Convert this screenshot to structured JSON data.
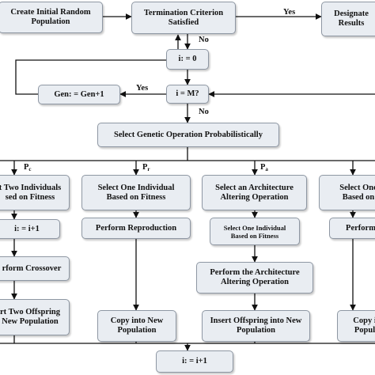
{
  "boxes": {
    "create_population": "Create Initial Random\nPopulation",
    "termination": "Termination Criterion\nSatisfied",
    "designate_results": "Designate\nResults",
    "init_i": "i: = 0",
    "gen_increment": "Gen: = Gen+1",
    "i_equals_m": "i = M?",
    "select_operation": "Select Genetic Operation Probabilistically",
    "select_two": "t Two Individuals\nsed on Fitness",
    "i_plus_one_left": "i: = i+1",
    "perform_crossover": "rform Crossover",
    "insert_two": "rt Two Offspring\nNew Population",
    "select_one_repro": "Select One Individual\nBased on Fitness",
    "perform_reproduction": "Perform Reproduction",
    "copy_new_pop_1": "Copy into New\nPopulation",
    "select_arch_op": "Select an Architecture\nAltering Operation",
    "select_one_arch": "Select One Individual\nBased on Fitness",
    "perform_arch_op": "Perform the Architecture\nAltering Operation",
    "insert_offspring": "Insert Offspring into New\nPopulation",
    "select_one_right": "Select One\nBased on",
    "perform_right": "Perform",
    "copy_right": "Copy i\nPopul",
    "i_plus_one_bottom": "i: = i+1"
  },
  "labels": {
    "yes_top": "Yes",
    "no_termination": "No",
    "yes_m": "Yes",
    "no_m": "No",
    "p_c_base": "P",
    "p_c_sub": "c",
    "p_r_base": "P",
    "p_r_sub": "r",
    "p_a_base": "P",
    "p_a_sub": "a"
  },
  "colors": {
    "box_fill": "#e9edf2",
    "box_border": "#8e97a3",
    "line": "#111111"
  }
}
